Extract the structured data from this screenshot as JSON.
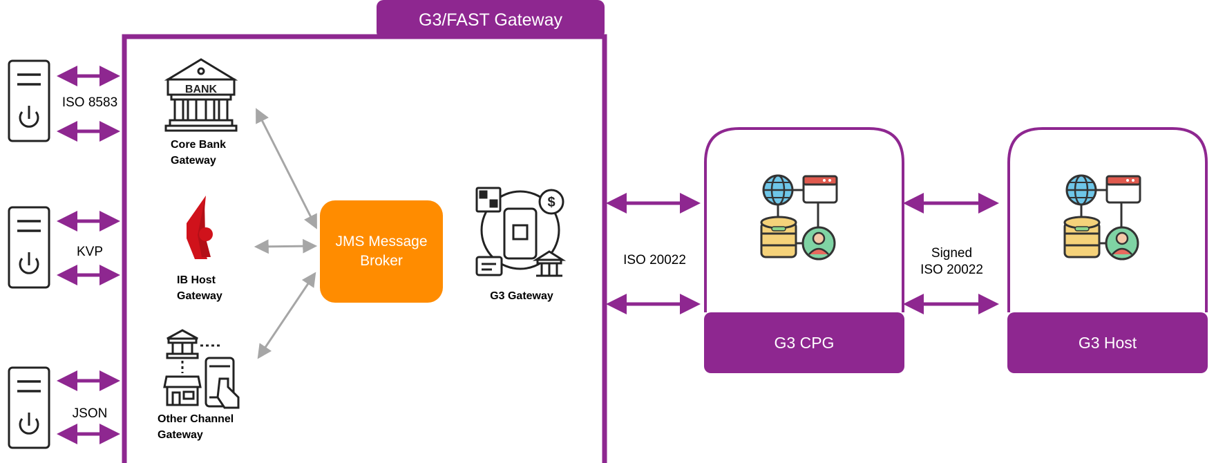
{
  "gateway": {
    "title": "G3/FAST Gateway"
  },
  "external_links": [
    {
      "protocol": "ISO 8583"
    },
    {
      "protocol": "KVP"
    },
    {
      "protocol": "JSON"
    }
  ],
  "internal_gateways": {
    "core_bank": {
      "line1": "Core Bank",
      "line2": "Gateway",
      "logo_text": "BANK"
    },
    "ib_host": {
      "line1": "IB Host",
      "line2": "Gateway"
    },
    "other_channel": {
      "line1": "Other Channel",
      "line2": "Gateway"
    }
  },
  "broker": {
    "line1": "JMS Message",
    "line2": "Broker"
  },
  "g3_gateway": {
    "label": "G3 Gateway"
  },
  "links": {
    "gateway_to_cpg": "ISO 20022",
    "cpg_to_host_line1": "Signed",
    "cpg_to_host_line2": "ISO 20022"
  },
  "g3_cpg": {
    "label": "G3 CPG"
  },
  "g3_host": {
    "label": "G3 Host"
  },
  "colors": {
    "purple": "#8e2790",
    "orange": "#ff8c00",
    "gray_arrow": "#a6a6a6",
    "ib_red": "#d0121b"
  }
}
